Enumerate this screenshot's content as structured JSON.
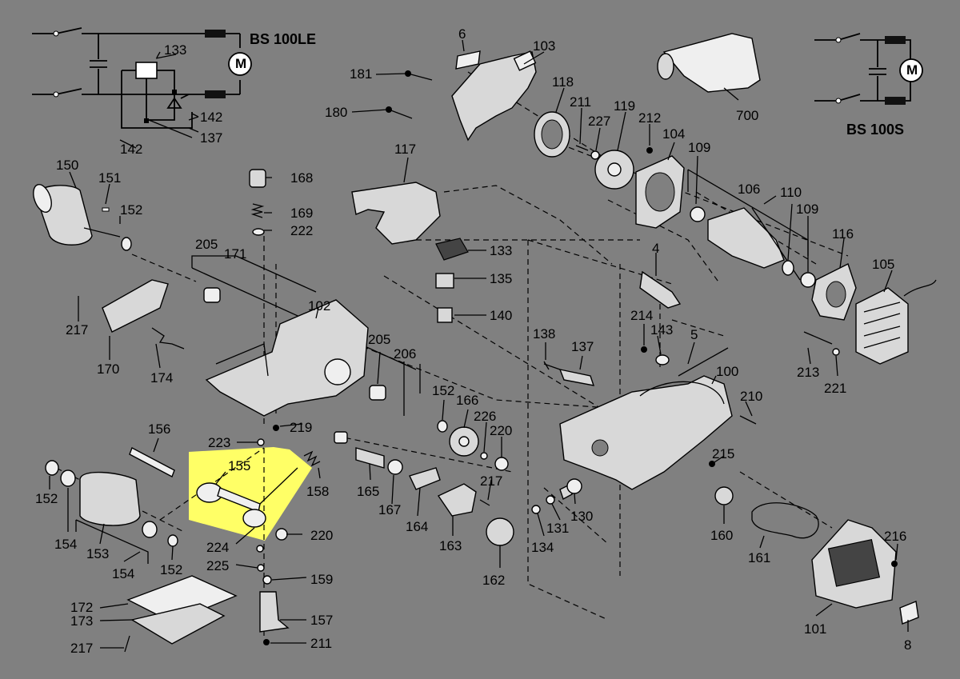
{
  "diagram": {
    "variants": {
      "left": "BS 100LE",
      "right": "BS 100S"
    },
    "highlight": {
      "color": "#ffff66",
      "part": "155"
    },
    "labels": {
      "p6": "6",
      "p103": "103",
      "p181": "181",
      "p180": "180",
      "p118": "118",
      "p211a": "211",
      "p227": "227",
      "p119": "119",
      "p212": "212",
      "p104": "104",
      "p109a": "109",
      "p700": "700",
      "p133a": "133",
      "p142a": "142",
      "p142b": "142",
      "p137a": "137",
      "p117": "117",
      "p150": "150",
      "p151": "151",
      "p152a": "152",
      "p168": "168",
      "p169": "169",
      "p222": "222",
      "p106": "106",
      "p110": "110",
      "p109b": "109",
      "p116": "116",
      "p205a": "205",
      "p171": "171",
      "p133b": "133",
      "p135": "135",
      "p140": "140",
      "p4": "4",
      "p105": "105",
      "p102": "102",
      "p217a": "217",
      "p170": "170",
      "p174": "174",
      "p214": "214",
      "p143": "143",
      "p5": "5",
      "p138": "138",
      "p137b": "137",
      "p213": "213",
      "p221": "221",
      "p205b": "205",
      "p206": "206",
      "p100": "100",
      "p152b": "152",
      "p166": "166",
      "p210": "210",
      "p226": "226",
      "p220a": "220",
      "p219": "219",
      "p156": "156",
      "p223": "223",
      "p155": "155",
      "p158": "158",
      "p215": "215",
      "p217b": "217",
      "p152c": "152",
      "p165": "165",
      "p167": "167",
      "p164": "164",
      "p130": "130",
      "p131": "131",
      "p220b": "220",
      "p216": "216",
      "p154a": "154",
      "p153": "153",
      "p224": "224",
      "p163": "163",
      "p134": "134",
      "p160": "160",
      "p161": "161",
      "p154b": "154",
      "p152d": "152",
      "p225": "225",
      "p159": "159",
      "p162": "162",
      "p172": "172",
      "p173": "173",
      "p157": "157",
      "p101": "101",
      "p217c": "217",
      "p211b": "211",
      "p8": "8"
    }
  }
}
